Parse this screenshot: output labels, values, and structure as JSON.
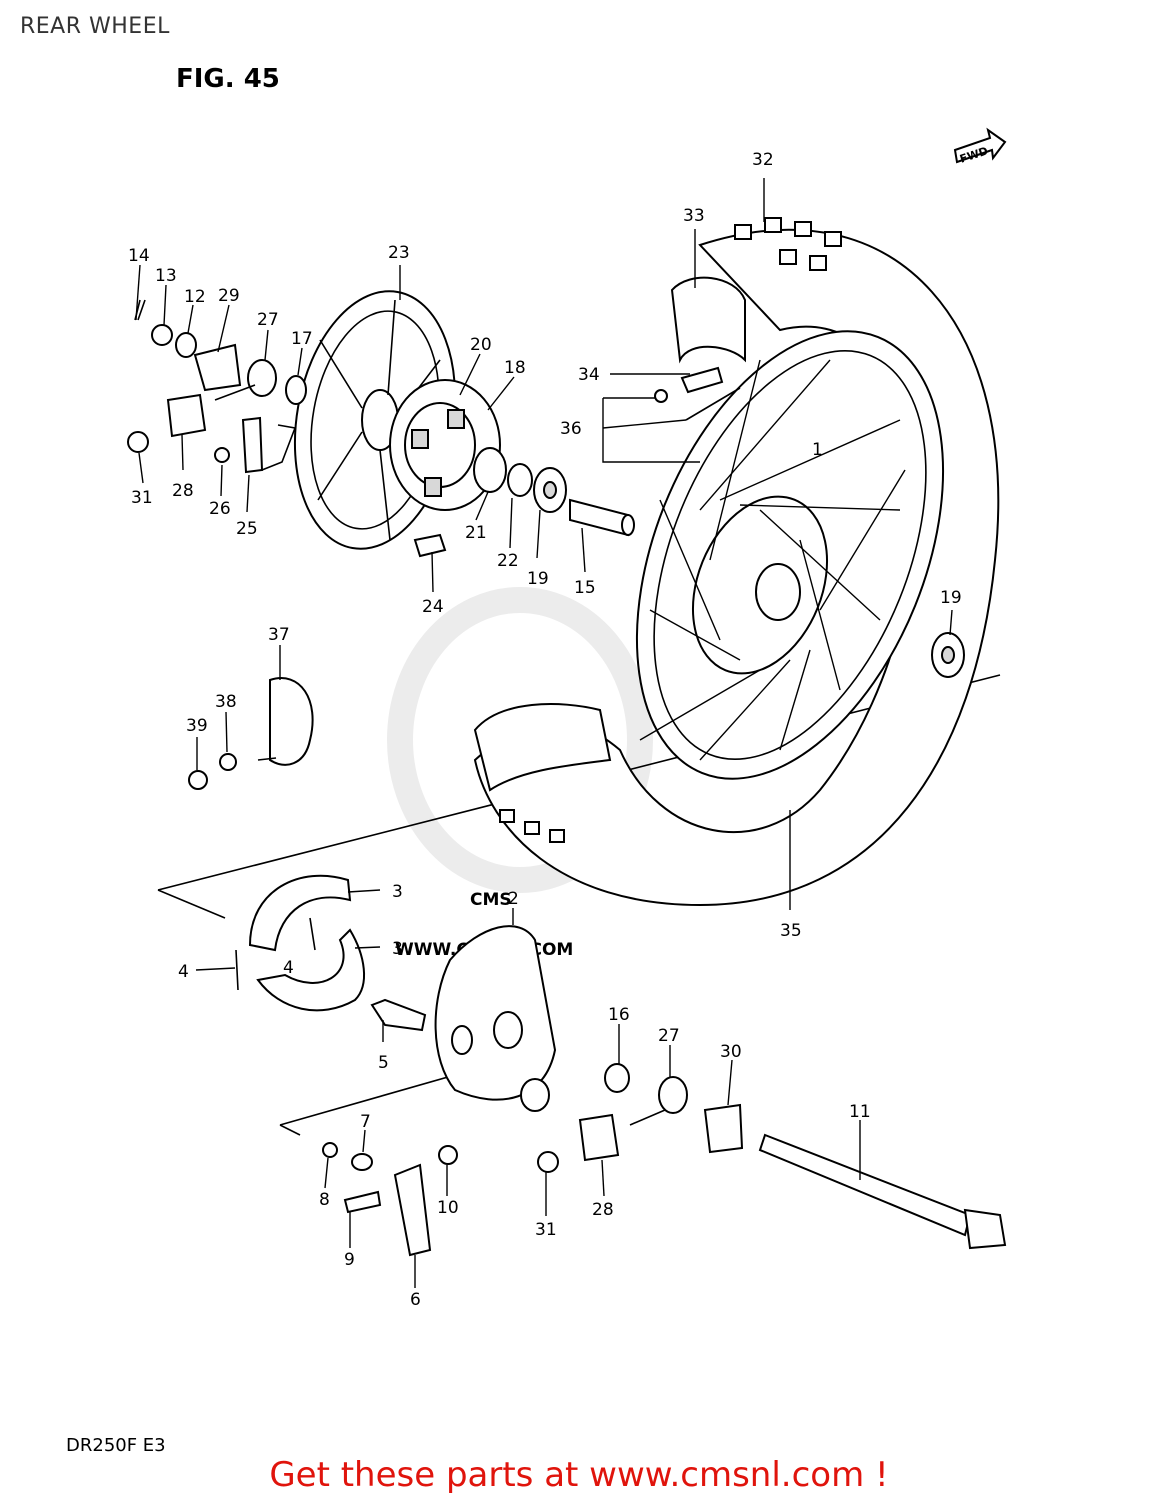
{
  "page_title": "REAR WHEEL",
  "figure_label": "FIG. 45",
  "model_code": "DR250F  E3",
  "fwd_badge": "FWD",
  "watermark": {
    "brand": "CMS",
    "url": "WWW.CMSNL.COM"
  },
  "cta_text": "Get these parts at www.cmsnl.com !",
  "callouts": [
    {
      "id": "c1",
      "label": "1"
    },
    {
      "id": "c2",
      "label": "2"
    },
    {
      "id": "c3a",
      "label": "3"
    },
    {
      "id": "c3b",
      "label": "3"
    },
    {
      "id": "c4a",
      "label": "4"
    },
    {
      "id": "c4b",
      "label": "4"
    },
    {
      "id": "c5",
      "label": "5"
    },
    {
      "id": "c6",
      "label": "6"
    },
    {
      "id": "c7",
      "label": "7"
    },
    {
      "id": "c8",
      "label": "8"
    },
    {
      "id": "c9",
      "label": "9"
    },
    {
      "id": "c10",
      "label": "10"
    },
    {
      "id": "c11",
      "label": "11"
    },
    {
      "id": "c12",
      "label": "12"
    },
    {
      "id": "c13",
      "label": "13"
    },
    {
      "id": "c14",
      "label": "14"
    },
    {
      "id": "c15",
      "label": "15"
    },
    {
      "id": "c16",
      "label": "16"
    },
    {
      "id": "c17",
      "label": "17"
    },
    {
      "id": "c18",
      "label": "18"
    },
    {
      "id": "c19a",
      "label": "19"
    },
    {
      "id": "c19b",
      "label": "19"
    },
    {
      "id": "c20",
      "label": "20"
    },
    {
      "id": "c21",
      "label": "21"
    },
    {
      "id": "c22",
      "label": "22"
    },
    {
      "id": "c23",
      "label": "23"
    },
    {
      "id": "c24",
      "label": "24"
    },
    {
      "id": "c25",
      "label": "25"
    },
    {
      "id": "c26",
      "label": "26"
    },
    {
      "id": "c27a",
      "label": "27"
    },
    {
      "id": "c27b",
      "label": "27"
    },
    {
      "id": "c28a",
      "label": "28"
    },
    {
      "id": "c28b",
      "label": "28"
    },
    {
      "id": "c29",
      "label": "29"
    },
    {
      "id": "c30",
      "label": "30"
    },
    {
      "id": "c31a",
      "label": "31"
    },
    {
      "id": "c31b",
      "label": "31"
    },
    {
      "id": "c32",
      "label": "32"
    },
    {
      "id": "c33",
      "label": "33"
    },
    {
      "id": "c34",
      "label": "34"
    },
    {
      "id": "c35",
      "label": "35"
    },
    {
      "id": "c36",
      "label": "36"
    },
    {
      "id": "c37",
      "label": "37"
    },
    {
      "id": "c38",
      "label": "38"
    },
    {
      "id": "c39",
      "label": "39"
    }
  ]
}
